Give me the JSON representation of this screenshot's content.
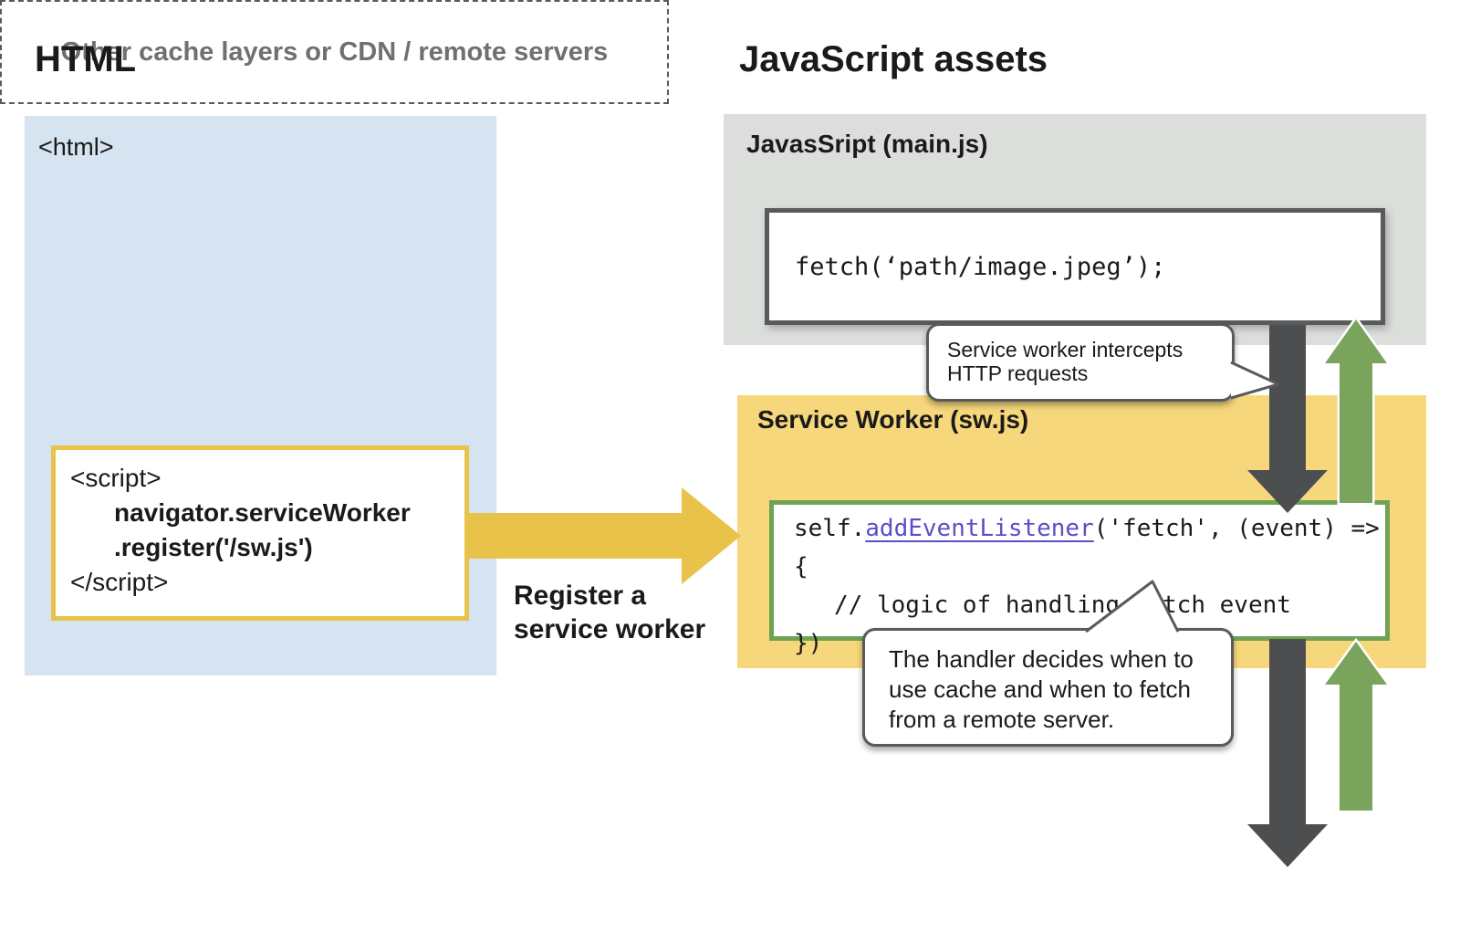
{
  "titles": {
    "left": "HTML",
    "right": "JavaScript assets"
  },
  "html_panel": {
    "tag": "<html>"
  },
  "script_box": {
    "lines": [
      "<script>",
      "navigator.serviceWorker",
      ".register('/sw.js')",
      "</script>"
    ]
  },
  "register_label": {
    "lines": [
      "Register a",
      "service worker"
    ]
  },
  "mainjs_panel": {
    "label": "JavasSript (main.js)",
    "code": "fetch(‘path/image.jpeg’);"
  },
  "sw_panel": {
    "label": "Service Worker (sw.js)",
    "code": {
      "line1_pre": "self.",
      "line1_fn": "addEventListener",
      "line1_post": "('fetch', (event) => {",
      "line2": "// logic of handling fetch event",
      "line3": "})"
    }
  },
  "bubbles": {
    "intercept": {
      "lines": [
        "Service worker intercepts",
        "HTTP requests"
      ]
    },
    "handler": {
      "lines": [
        "The handler decides when to",
        "use cache and when to fetch",
        "from a remote server."
      ]
    }
  },
  "cache_layer": {
    "label": "Other cache layers or CDN / remote servers"
  },
  "colors": {
    "blue_panel": "#D6E3F1",
    "gray_panel": "#DCDEDC",
    "yellow_panel": "#F7D77B",
    "accent_yellow": "#E9C24A",
    "dark_arrow": "#4D4E50",
    "dark_border": "#595A5C",
    "green_arrow": "#7AA45C",
    "green_border": "#6FA353",
    "purple_code": "#5B4EC9",
    "muted_text": "#6F7072"
  }
}
